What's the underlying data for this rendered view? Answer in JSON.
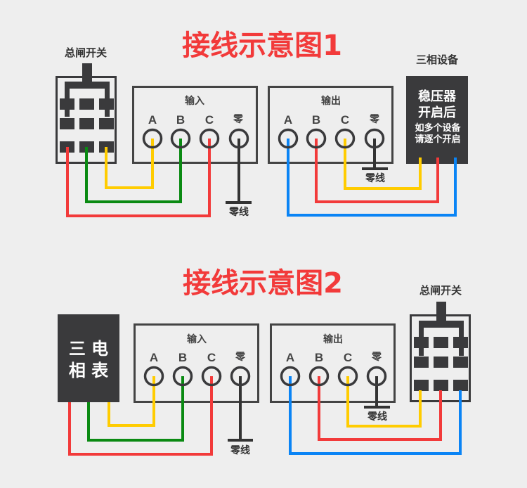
{
  "colors": {
    "background": "#eeeeee",
    "title": "#f23a3a",
    "dark": "#3a3a3c",
    "box_border": "#444444",
    "wire_red": "#f23a3a",
    "wire_green": "#0a8a12",
    "wire_yellow": "#ffcc00",
    "wire_blue": "#0a84f5",
    "wire_neutral": "#333333"
  },
  "diagram1": {
    "title": "接线示意图1",
    "switch_label": "总闸开关",
    "input_box": {
      "title": "输入",
      "terminals": [
        "A",
        "B",
        "C",
        "零"
      ]
    },
    "output_box": {
      "title": "输出",
      "terminals": [
        "A",
        "B",
        "C",
        "零"
      ]
    },
    "input_neutral_label": "零线",
    "output_neutral_label": "零线",
    "device_label": "三相设备",
    "device_lines": [
      "稳压器",
      "开启后",
      "如多个设备",
      "请逐个开启"
    ]
  },
  "diagram2": {
    "title": "接线示意图2",
    "meter_lines": [
      "三 电",
      "相 表"
    ],
    "input_box": {
      "title": "输入",
      "terminals": [
        "A",
        "B",
        "C",
        "零"
      ]
    },
    "output_box": {
      "title": "输出",
      "terminals": [
        "A",
        "B",
        "C",
        "零"
      ]
    },
    "input_neutral_label": "零线",
    "output_neutral_label": "零线",
    "switch_label": "总闸开关"
  }
}
